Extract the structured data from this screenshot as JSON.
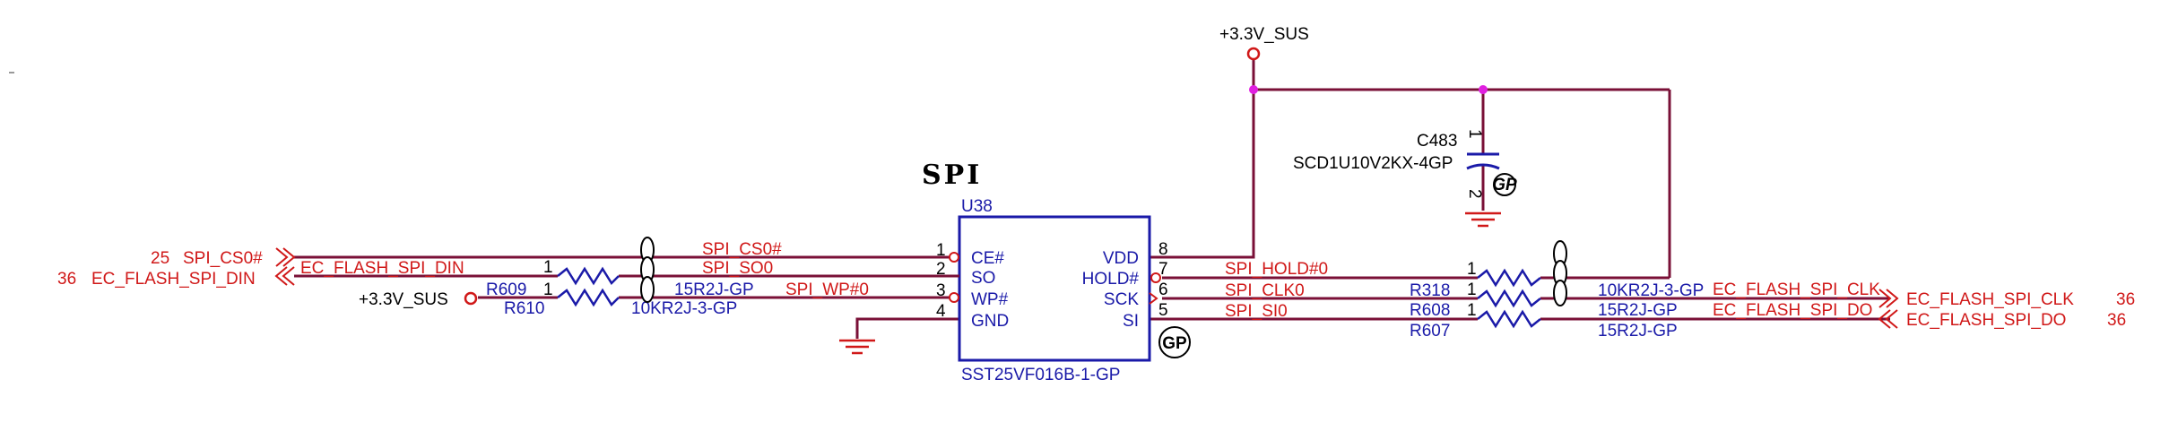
{
  "colors": {
    "wire": "#7a1037",
    "part": "#1a1aa8",
    "net": "#d01818",
    "junction": "#e020e0",
    "text": "#000000"
  },
  "block_title": "SPI",
  "power_label": "+3.3V_SUS",
  "u38": {
    "refdes": "U38",
    "part_number": "SST25VF016B-1-GP",
    "pins": [
      {
        "num": "1",
        "name": "CE#"
      },
      {
        "num": "2",
        "name": "SO"
      },
      {
        "num": "3",
        "name": "WP#"
      },
      {
        "num": "4",
        "name": "GND"
      },
      {
        "num": "8",
        "name": "VDD"
      },
      {
        "num": "7",
        "name": "HOLD#"
      },
      {
        "num": "6",
        "name": "SCK"
      },
      {
        "num": "5",
        "name": "SI"
      }
    ],
    "gp_mark": "GP"
  },
  "c483": {
    "refdes": "C483",
    "part_number": "SCD1U10V2KX-4GP",
    "pin1": "1",
    "pin2": "2",
    "mark": "GP"
  },
  "left_ports": [
    {
      "page": "25",
      "name": "SPI_CS0#"
    },
    {
      "page": "36",
      "name": "EC_FLASH_SPI_DIN"
    }
  ],
  "right_ports": [
    {
      "name": "EC_FLASH_SPI_CLK",
      "page": "36"
    },
    {
      "name": "EC_FLASH_SPI_DO",
      "page": "36"
    }
  ],
  "nets": {
    "ec_flash_spi_din": "EC_FLASH_SPI_DIN",
    "spi_cs0": "SPI_CS0#",
    "spi_so0": "SPI_SO0",
    "spi_wp0": "SPI_WP#0",
    "spi_hold0": "SPI_HOLD#0",
    "spi_clk0": "SPI_CLK0",
    "spi_si0": "SPI_SI0",
    "ec_flash_spi_clk": "EC_FLASH_SPI_CLK",
    "ec_flash_spi_do": "EC_FLASH_SPI_DO"
  },
  "resistors": {
    "r609": {
      "refdes": "R609",
      "value": "15R2J-GP",
      "pin": "1"
    },
    "r610": {
      "refdes": "R610",
      "value": "10KR2J-3-GP",
      "pin": "1"
    },
    "r318": {
      "refdes": "R318",
      "value": "10KR2J-3-GP",
      "pin": "1"
    },
    "r608": {
      "refdes": "R608",
      "value": "15R2J-GP",
      "pin": "1"
    },
    "r607": {
      "refdes": "R607",
      "value": "15R2J-GP",
      "pin": "1"
    }
  },
  "gp_mark": "GP"
}
